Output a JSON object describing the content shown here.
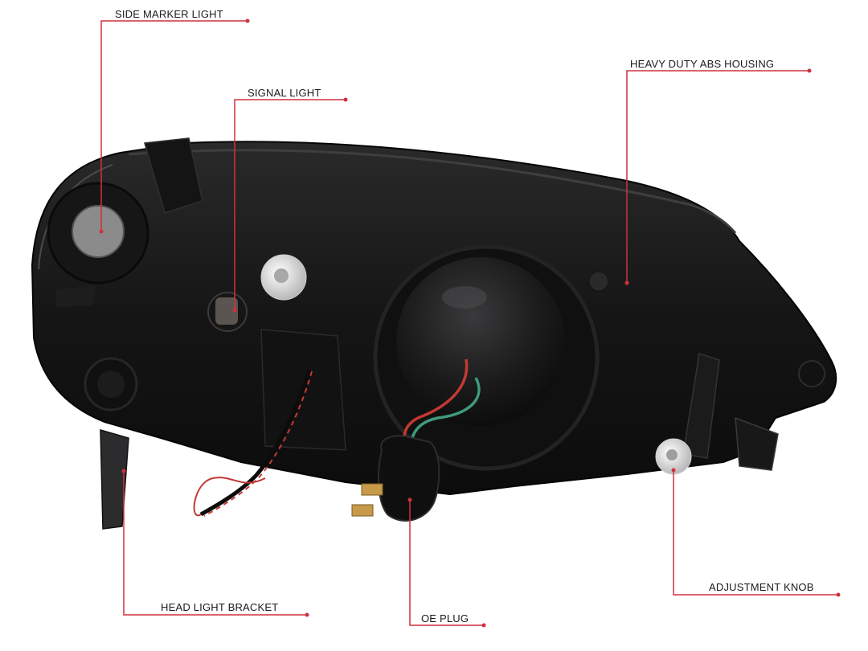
{
  "diagram": {
    "accent_color": "#d0313d",
    "callouts": {
      "side_marker_light": "SIDE MARKER LIGHT",
      "signal_light": "SIGNAL LIGHT",
      "heavy_duty_abs_housing": "HEAVY DUTY ABS HOUSING",
      "head_light_bracket": "HEAD LIGHT BRACKET",
      "oe_plug": "OE PLUG",
      "adjustment_knob": "ADJUSTMENT KNOB"
    }
  }
}
